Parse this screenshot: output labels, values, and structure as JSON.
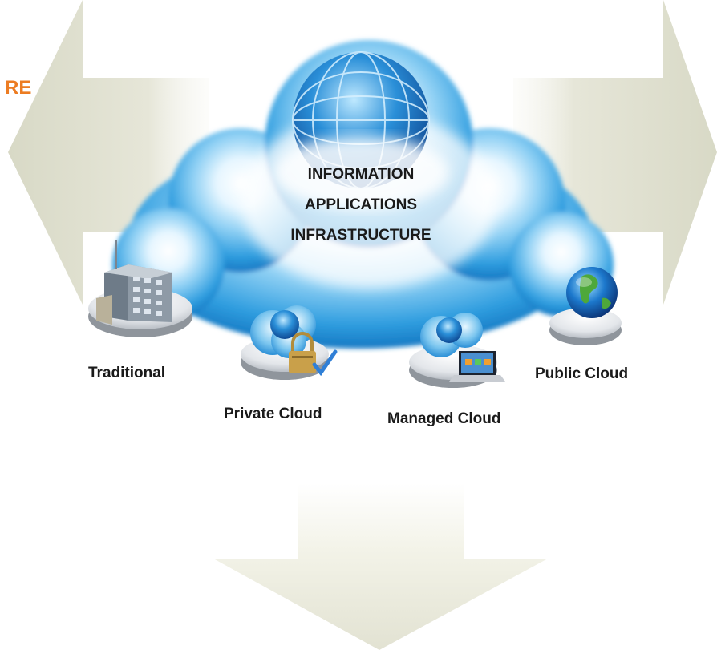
{
  "diagram": {
    "left_arrow_label": "RE",
    "center_lines": [
      "INFORMATION",
      "APPLICATIONS",
      "INFRASTRUCTURE"
    ],
    "deployment_models": [
      {
        "label": "Traditional",
        "icon": "office-building-icon"
      },
      {
        "label": "Private Cloud",
        "icon": "padlock-cloud-icon"
      },
      {
        "label": "Managed Cloud",
        "icon": "laptop-cloud-icon"
      },
      {
        "label": "Public Cloud",
        "icon": "earth-globe-icon"
      }
    ],
    "colors": {
      "arrow_fill": "#dcdccb",
      "cloud_blue": "#3aa7e3",
      "accent_orange": "#ec7c22"
    }
  }
}
